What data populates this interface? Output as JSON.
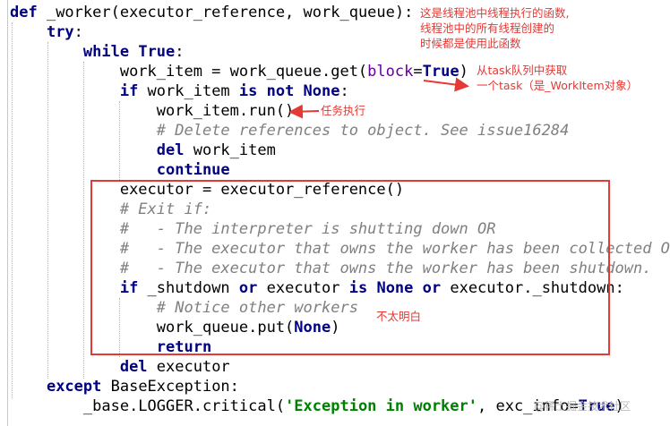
{
  "code_lines": [
    {
      "indent": "",
      "parts": [
        [
          "kw",
          "def"
        ],
        [
          "name",
          " _worker(executor_reference, work_queue):"
        ]
      ]
    },
    {
      "indent": "    ",
      "parts": [
        [
          "kw",
          "try"
        ],
        [
          "name",
          ":"
        ]
      ]
    },
    {
      "indent": "        ",
      "parts": [
        [
          "kw",
          "while"
        ],
        [
          "name",
          " "
        ],
        [
          "kw",
          "True"
        ],
        [
          "name",
          ":"
        ]
      ]
    },
    {
      "indent": "            ",
      "parts": [
        [
          "name",
          "work_item = work_queue.get("
        ],
        [
          "kwarg",
          "block"
        ],
        [
          "name",
          "="
        ],
        [
          "kw",
          "True"
        ],
        [
          "name",
          ")"
        ]
      ]
    },
    {
      "indent": "            ",
      "parts": [
        [
          "kw",
          "if"
        ],
        [
          "name",
          " work_item "
        ],
        [
          "kw",
          "is not None"
        ],
        [
          "name",
          ":"
        ]
      ]
    },
    {
      "indent": "                ",
      "parts": [
        [
          "name",
          "work_item.run()"
        ]
      ]
    },
    {
      "indent": "                ",
      "parts": [
        [
          "cmt",
          "# Delete references to object. See issue16284"
        ]
      ]
    },
    {
      "indent": "                ",
      "parts": [
        [
          "kw",
          "del"
        ],
        [
          "name",
          " work_item"
        ]
      ]
    },
    {
      "indent": "                ",
      "parts": [
        [
          "kw",
          "continue"
        ]
      ]
    },
    {
      "indent": "            ",
      "parts": [
        [
          "name",
          "executor = executor_reference()"
        ]
      ]
    },
    {
      "indent": "            ",
      "parts": [
        [
          "cmt",
          "# Exit if:"
        ]
      ]
    },
    {
      "indent": "            ",
      "parts": [
        [
          "cmt",
          "#   - The interpreter is shutting down OR"
        ]
      ]
    },
    {
      "indent": "            ",
      "parts": [
        [
          "cmt",
          "#   - The executor that owns the worker has been collected OR"
        ]
      ]
    },
    {
      "indent": "            ",
      "parts": [
        [
          "cmt",
          "#   - The executor that owns the worker has been shutdown."
        ]
      ]
    },
    {
      "indent": "            ",
      "parts": [
        [
          "kw",
          "if"
        ],
        [
          "name",
          " _shutdown "
        ],
        [
          "kw",
          "or"
        ],
        [
          "name",
          " executor "
        ],
        [
          "kw",
          "is None or"
        ],
        [
          "name",
          " executor._shutdown:"
        ]
      ]
    },
    {
      "indent": "                ",
      "parts": [
        [
          "cmt",
          "# Notice other workers"
        ]
      ]
    },
    {
      "indent": "                ",
      "parts": [
        [
          "name",
          "work_queue.put("
        ],
        [
          "kw",
          "None"
        ],
        [
          "name",
          ")"
        ]
      ]
    },
    {
      "indent": "                ",
      "parts": [
        [
          "kw",
          "return"
        ]
      ]
    },
    {
      "indent": "            ",
      "parts": [
        [
          "kw",
          "del"
        ],
        [
          "name",
          " executor"
        ]
      ]
    },
    {
      "indent": "    ",
      "parts": [
        [
          "kw",
          "except"
        ],
        [
          "name",
          " BaseException:"
        ]
      ]
    },
    {
      "indent": "        ",
      "parts": [
        [
          "name",
          "_base.LOGGER.critical("
        ],
        [
          "str",
          "'Exception in worker'"
        ],
        [
          "name",
          ", exc_info="
        ],
        [
          "kw",
          "True"
        ],
        [
          "name",
          ")"
        ]
      ]
    }
  ],
  "annotations": {
    "thread_pool_note_line1": "这是线程池中线程执行的函数,",
    "thread_pool_note_line2": "线程池中的所有线程创建的",
    "thread_pool_note_line3": "时候都是使用此函数",
    "get_task_line1": "从task队列中获取",
    "get_task_line2": "一个task（是_WorkItem对象）",
    "run_task": "任务执行",
    "unclear": "不太明白"
  },
  "colors": {
    "keyword": "#000080",
    "comment": "#808080",
    "string": "#008000",
    "kwarg": "#660099",
    "annotation_red": "#e53935"
  },
  "watermark": "@稀土掘金技术社区"
}
